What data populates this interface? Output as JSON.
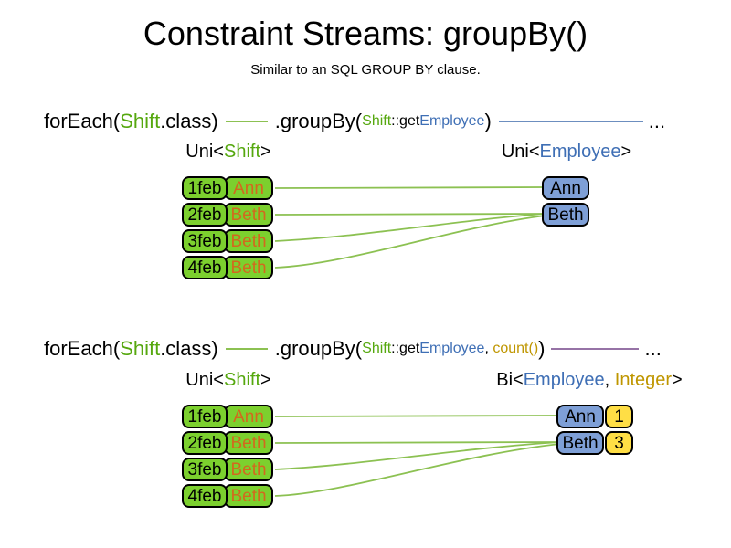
{
  "slide": {
    "title": "Constraint Streams: groupBy()",
    "subtitle": "Similar to an SQL GROUP BY clause."
  },
  "colors": {
    "green_fill": "#7cd02e",
    "blue_fill": "#7e9fd6",
    "yellow_fill": "#ffde45",
    "green_text": "#56a80f",
    "blue_text": "#3f6fb5",
    "gold_text": "#bf9600",
    "orange_text": "#d2691e",
    "line_green": "#8cc152",
    "line_blue": "#6c8ebf",
    "line_purple": "#9673a6"
  },
  "sections": [
    {
      "code": {
        "foreach_pre": "forEach(",
        "foreach_type": "Shift",
        "foreach_post": ".class)",
        "groupby_open": ".groupBy(",
        "arg_class": "Shift",
        "arg_accessor": "::get",
        "arg_type": "Employee",
        "close_paren": ")",
        "ellipsis": "..."
      },
      "left_label": {
        "pre": "Uni<",
        "type": "Shift",
        "post": ">"
      },
      "right_label": {
        "pre": "Uni<",
        "type": "Employee",
        "post": ">"
      },
      "shifts": [
        {
          "date": "1feb",
          "employee": "Ann"
        },
        {
          "date": "2feb",
          "employee": "Beth"
        },
        {
          "date": "3feb",
          "employee": "Beth"
        },
        {
          "date": "4feb",
          "employee": "Beth"
        }
      ],
      "groups": [
        {
          "employee": "Ann"
        },
        {
          "employee": "Beth"
        }
      ]
    },
    {
      "code": {
        "foreach_pre": "forEach(",
        "foreach_type": "Shift",
        "foreach_post": ".class)",
        "groupby_open": ".groupBy(",
        "arg_class": "Shift",
        "arg_accessor": "::get",
        "arg_type": "Employee",
        "arg_sep": ", ",
        "arg_count": "count()",
        "close_paren": ")",
        "ellipsis": "..."
      },
      "left_label": {
        "pre": "Uni<",
        "type": "Shift",
        "post": ">"
      },
      "right_label": {
        "pre": "Bi<",
        "type": "Employee",
        "sep": ", ",
        "type2": "Integer",
        "post": ">"
      },
      "shifts": [
        {
          "date": "1feb",
          "employee": "Ann"
        },
        {
          "date": "2feb",
          "employee": "Beth"
        },
        {
          "date": "3feb",
          "employee": "Beth"
        },
        {
          "date": "4feb",
          "employee": "Beth"
        }
      ],
      "groups": [
        {
          "employee": "Ann",
          "count": "1"
        },
        {
          "employee": "Beth",
          "count": "3"
        }
      ]
    }
  ]
}
